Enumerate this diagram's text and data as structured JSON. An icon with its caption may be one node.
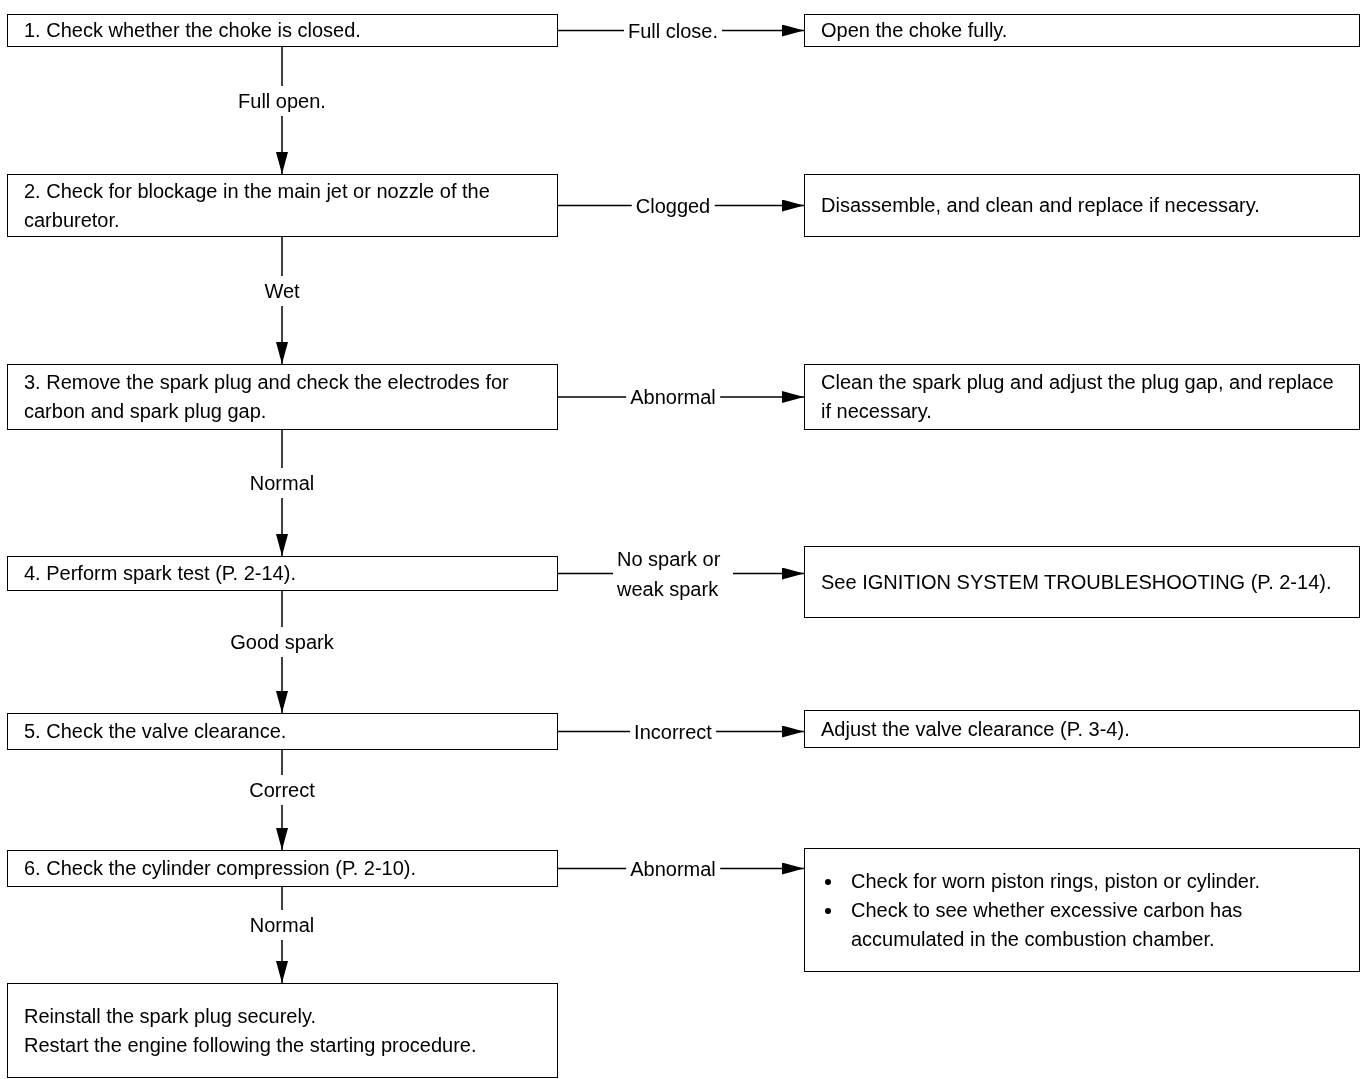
{
  "diagram": {
    "nodes": [
      {
        "text": [
          "1. Check whether the choke is closed."
        ]
      },
      {
        "text": [
          "Open the choke fully."
        ]
      },
      {
        "text": [
          "2. Check for blockage in the main jet or nozzle of the carburetor."
        ]
      },
      {
        "text": [
          "Disassemble, and clean and replace if necessary."
        ]
      },
      {
        "text": [
          "3. Remove the spark plug and check the electrodes for carbon and spark plug gap."
        ]
      },
      {
        "text": [
          "Clean the spark plug and adjust the plug gap, and replace if necessary."
        ]
      },
      {
        "text": [
          "4. Perform spark test (P. 2-14)."
        ]
      },
      {
        "text": [
          "See IGNITION SYSTEM TROUBLESHOOTING (P. 2-14)."
        ]
      },
      {
        "text": [
          "5. Check the valve clearance."
        ]
      },
      {
        "text": [
          "Adjust the valve clearance (P. 3-4)."
        ]
      },
      {
        "text": [
          "6. Check the cylinder compression (P. 2-10)."
        ]
      },
      {
        "text": [
          "Check for worn piston rings, piston or cylinder.",
          "Check to see whether excessive carbon has accumulated in the combustion chamber."
        ]
      },
      {
        "text": [
          "Reinstall the spark plug securely.",
          "Restart the engine following the starting procedure."
        ]
      }
    ],
    "edges": [
      {
        "from": 0,
        "to": 1,
        "arrow": "to",
        "label": "Full close."
      },
      {
        "from": 0,
        "to": 2,
        "arrow": "to",
        "label": "Full open."
      },
      {
        "from": 2,
        "to": 3,
        "arrow": "to",
        "label": "Clogged"
      },
      {
        "from": 2,
        "to": 4,
        "arrow": "to",
        "label": "Wet"
      },
      {
        "from": 4,
        "to": 5,
        "arrow": "to",
        "label": "Abnormal"
      },
      {
        "from": 4,
        "to": 6,
        "arrow": "to",
        "label": "Normal"
      },
      {
        "from": 6,
        "to": 7,
        "arrow": "to",
        "label": "No spark or weak spark"
      },
      {
        "from": 6,
        "to": 8,
        "arrow": "to",
        "label": "Good spark"
      },
      {
        "from": 8,
        "to": 9,
        "arrow": "to",
        "label": "Incorrect"
      },
      {
        "from": 8,
        "to": 10,
        "arrow": "to",
        "label": "Correct"
      },
      {
        "from": 10,
        "to": 11,
        "arrow": "to",
        "label": "Abnormal"
      },
      {
        "from": 10,
        "to": 12,
        "arrow": "to",
        "label": "Normal"
      }
    ]
  }
}
